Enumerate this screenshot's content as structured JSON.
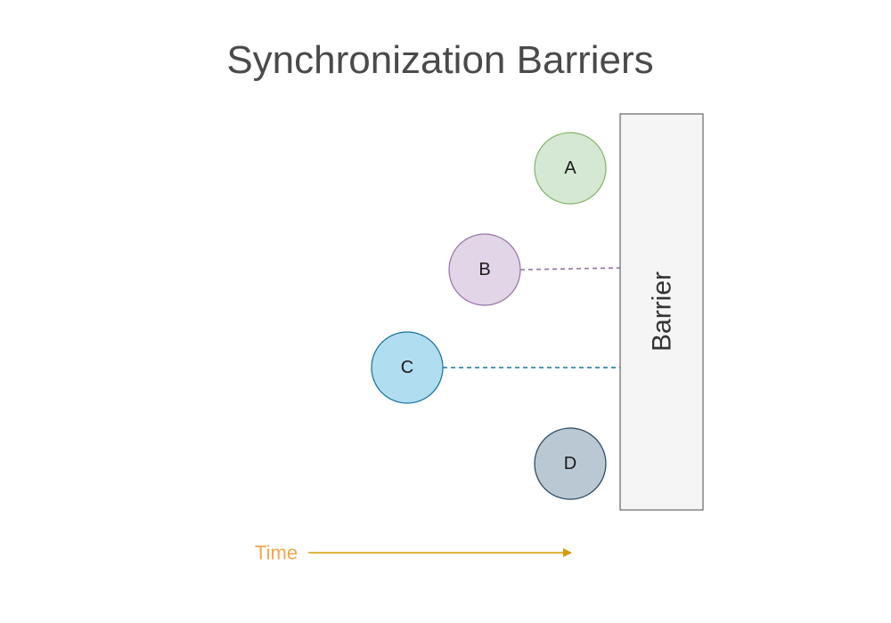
{
  "title": "Synchronization Barriers",
  "barrier": {
    "label": "Barrier",
    "fill": "#f5f5f5",
    "stroke": "#666666"
  },
  "nodes": [
    {
      "label": "A",
      "fill": "#d5e8d4",
      "stroke": "#82b366",
      "connected_to_barrier": false
    },
    {
      "label": "B",
      "fill": "#e1d5e7",
      "stroke": "#9673a6",
      "connected_to_barrier": true,
      "line_color": "#9673a6"
    },
    {
      "label": "C",
      "fill": "#b1ddf0",
      "stroke": "#10739e",
      "connected_to_barrier": true,
      "line_color": "#10739e"
    },
    {
      "label": "D",
      "fill": "#bac8d3",
      "stroke": "#23445d",
      "connected_to_barrier": false
    }
  ],
  "time_axis": {
    "label": "Time",
    "label_color": "#f2a650",
    "arrow_color": "#d79b00"
  }
}
